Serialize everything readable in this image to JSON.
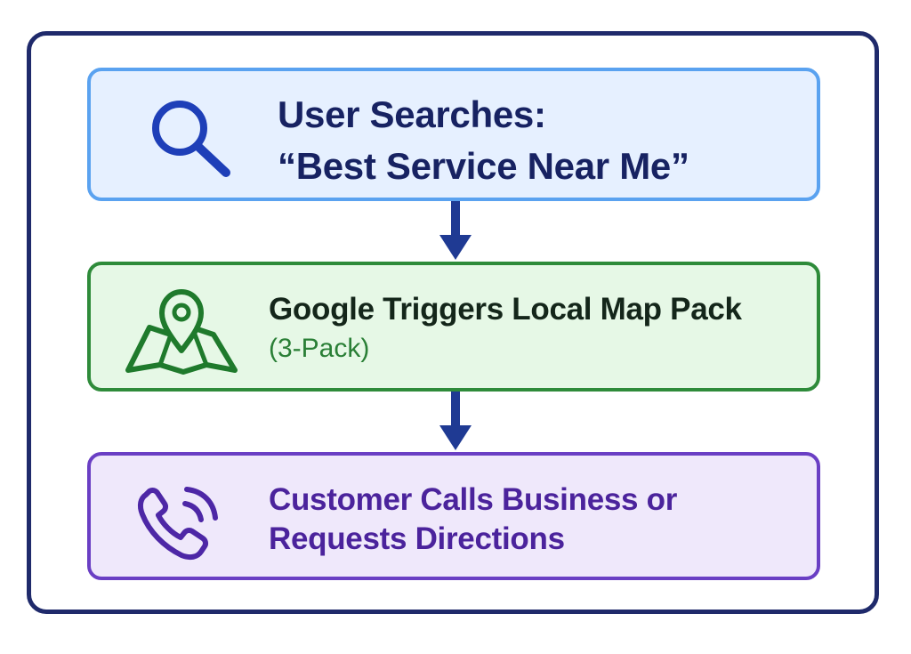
{
  "steps": [
    {
      "icon": "search-icon",
      "line1": "User Searches:",
      "line2": "“Best Service Near Me”",
      "border_color": "#5aa2f0",
      "fill_color": "#e6f0ff",
      "text_color": "#172262"
    },
    {
      "icon": "map-pin-icon",
      "line1": "Google Triggers Local Map Pack",
      "line2": "(3-Pack)",
      "border_color": "#2e8b3a",
      "fill_color": "#e6f8e6",
      "text_color": "#14261a"
    },
    {
      "icon": "phone-ringing-icon",
      "line1": "Customer Calls Business or",
      "line2": "Requests Directions",
      "border_color": "#6a3fc4",
      "fill_color": "#efe8fb",
      "text_color": "#4b239c"
    }
  ],
  "connectors": [
    "arrow-down-icon",
    "arrow-down-icon"
  ],
  "frame_color": "#1f2a6b"
}
